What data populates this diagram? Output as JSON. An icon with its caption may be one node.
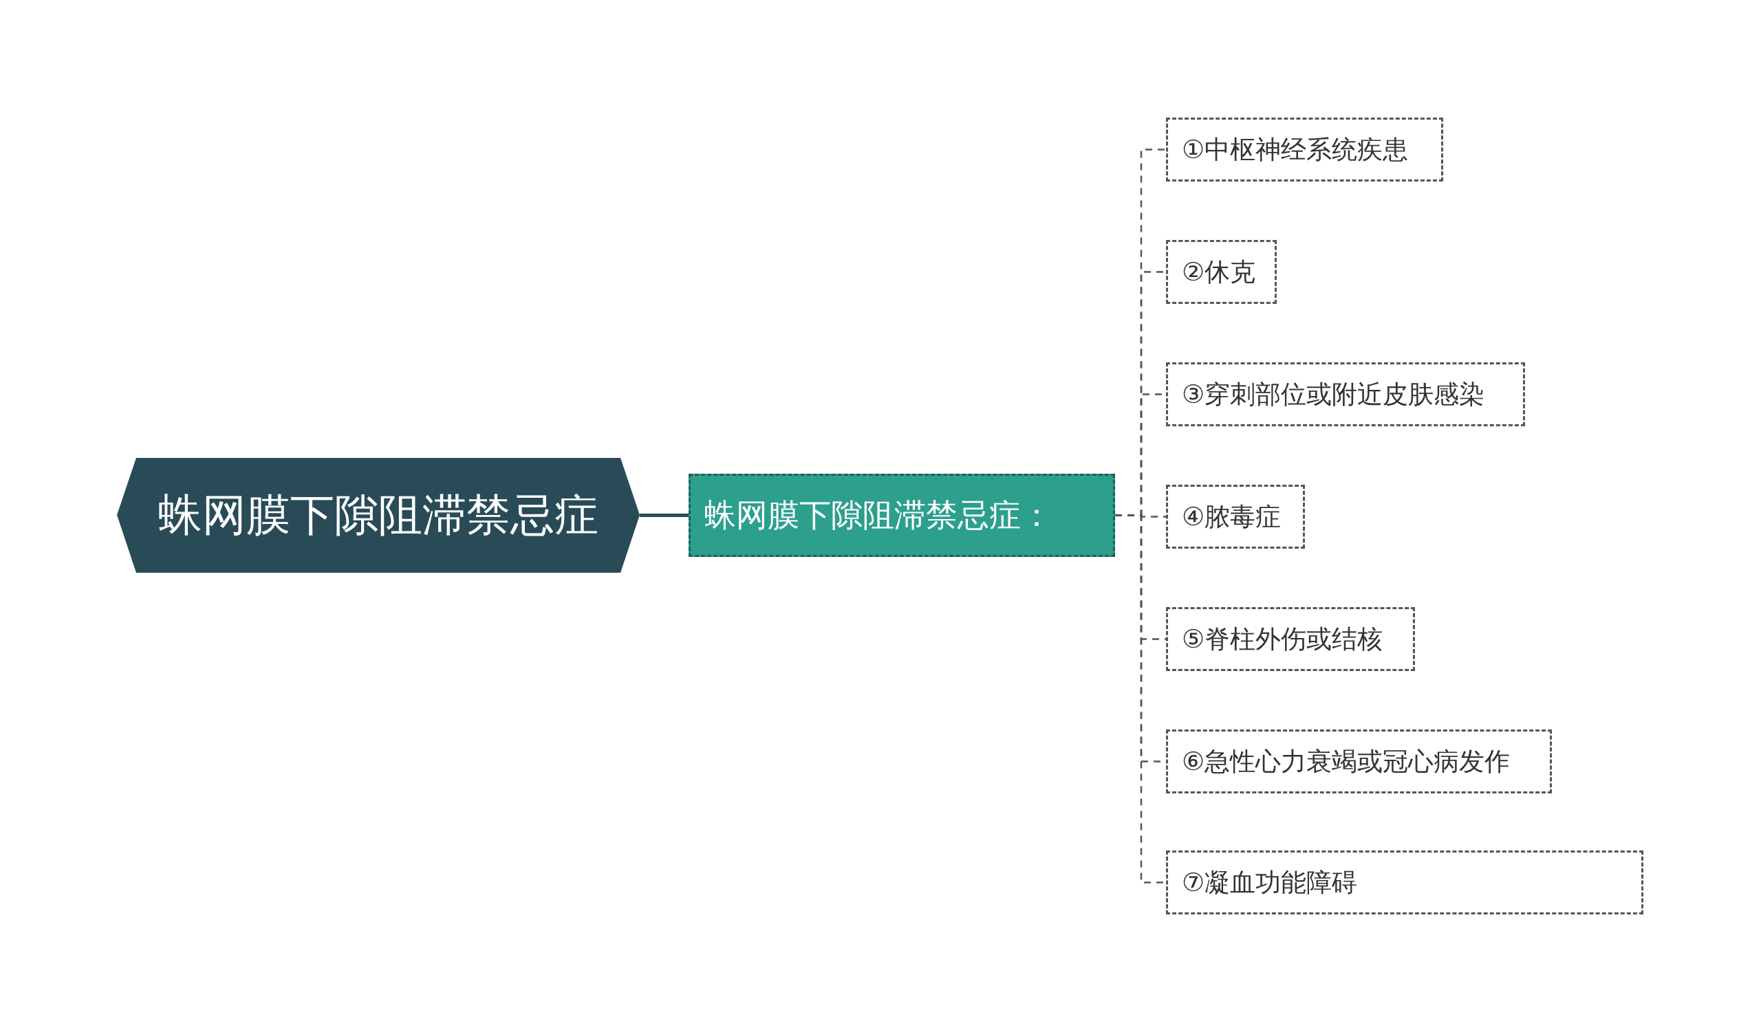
{
  "diagram": {
    "nodes": [
      {
        "text": [
          "蛛网膜下隙阻滞禁忌症"
        ]
      },
      {
        "text": [
          "蛛网膜下隙阻滞禁忌症："
        ]
      },
      {
        "text": [
          "①中枢神经系统疾患"
        ]
      },
      {
        "text": [
          "②休克"
        ]
      },
      {
        "text": [
          "③穿刺部位或附近皮肤感染"
        ]
      },
      {
        "text": [
          "④脓毒症"
        ]
      },
      {
        "text": [
          "⑤脊柱外伤或结核"
        ]
      },
      {
        "text": [
          "⑥急性心力衰竭或冠心病发作"
        ]
      },
      {
        "text": [
          "⑦凝血功能障碍"
        ]
      }
    ],
    "edges": [
      {
        "from": 0,
        "to": 1,
        "arrow": "none",
        "color": "#284b57"
      },
      {
        "from": 1,
        "to": 2,
        "arrow": "none",
        "style": "dashed"
      },
      {
        "from": 1,
        "to": 3,
        "arrow": "none",
        "style": "dashed"
      },
      {
        "from": 1,
        "to": 4,
        "arrow": "none",
        "style": "dashed"
      },
      {
        "from": 1,
        "to": 5,
        "arrow": "none",
        "style": "dashed"
      },
      {
        "from": 1,
        "to": 6,
        "arrow": "none",
        "style": "dashed"
      },
      {
        "from": 1,
        "to": 7,
        "arrow": "none",
        "style": "dashed"
      },
      {
        "from": 1,
        "to": 8,
        "arrow": "none",
        "style": "dashed"
      }
    ]
  }
}
